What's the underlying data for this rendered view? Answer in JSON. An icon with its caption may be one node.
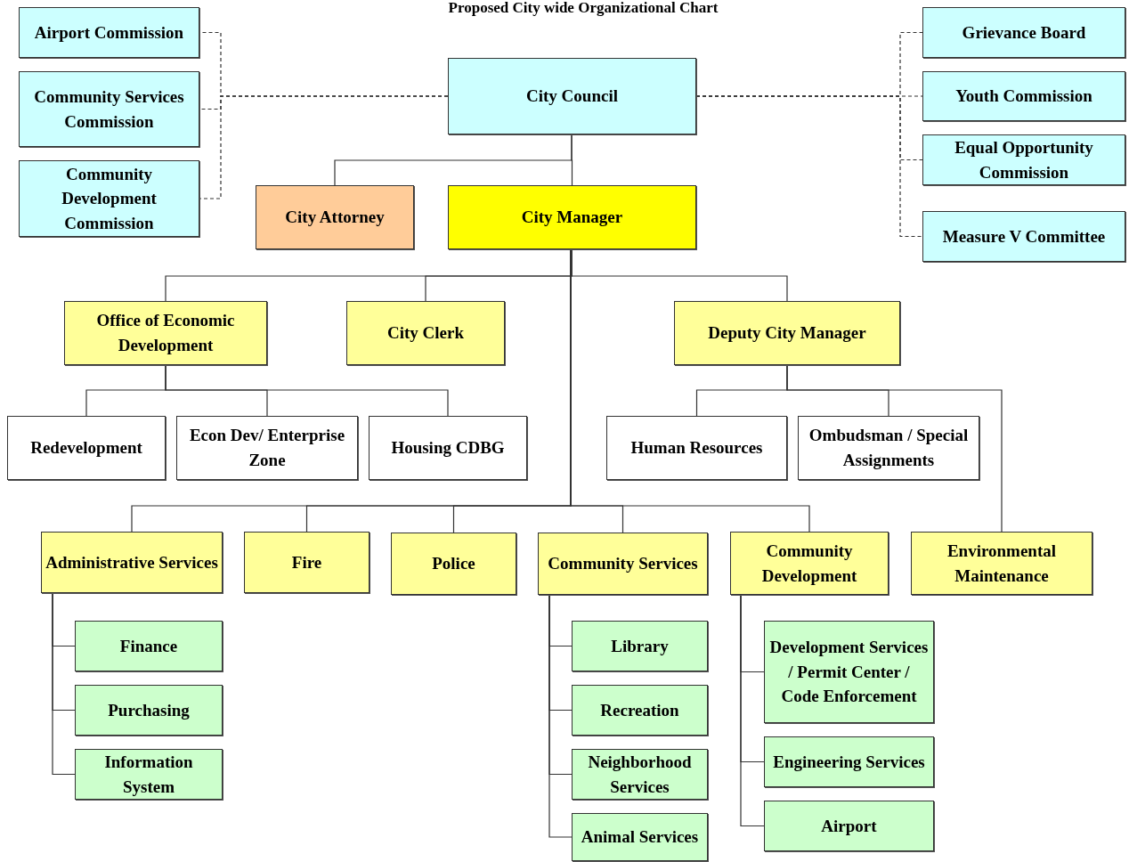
{
  "diagram": {
    "title": "Proposed City wide Organizational Chart",
    "nodes": [
      {
        "text": [
          "City Council"
        ]
      },
      {
        "text": [
          "Airport Commission"
        ]
      },
      {
        "text": [
          "Community Services Commission"
        ]
      },
      {
        "text": [
          "Community Development Commission"
        ]
      },
      {
        "text": [
          "Grievance Board"
        ]
      },
      {
        "text": [
          "Youth Commission"
        ]
      },
      {
        "text": [
          "Equal Opportunity Commission"
        ]
      },
      {
        "text": [
          "Measure V Committee"
        ]
      },
      {
        "text": [
          "City Attorney"
        ]
      },
      {
        "text": [
          "City Manager"
        ]
      },
      {
        "text": [
          "Office of Economic Development"
        ]
      },
      {
        "text": [
          "City Clerk"
        ]
      },
      {
        "text": [
          "Deputy City Manager"
        ]
      },
      {
        "text": [
          "Redevelopment"
        ]
      },
      {
        "text": [
          "Econ Dev/ Enterprise Zone"
        ]
      },
      {
        "text": [
          "Housing CDBG"
        ]
      },
      {
        "text": [
          "Human Resources"
        ]
      },
      {
        "text": [
          "Ombudsman / Special Assignments"
        ]
      },
      {
        "text": [
          "Administrative Services"
        ]
      },
      {
        "text": [
          "Fire"
        ]
      },
      {
        "text": [
          "Police"
        ]
      },
      {
        "text": [
          "Community Services"
        ]
      },
      {
        "text": [
          "Community Development"
        ]
      },
      {
        "text": [
          "Environmental Maintenance"
        ]
      },
      {
        "text": [
          "Finance"
        ]
      },
      {
        "text": [
          "Purchasing"
        ]
      },
      {
        "text": [
          "Information System"
        ]
      },
      {
        "text": [
          "Library"
        ]
      },
      {
        "text": [
          "Recreation"
        ]
      },
      {
        "text": [
          "Neighborhood Services"
        ]
      },
      {
        "text": [
          "Animal Services"
        ]
      },
      {
        "text": [
          "Development Services / Permit Center / Code Enforcement"
        ]
      },
      {
        "text": [
          "Engineering Services"
        ]
      },
      {
        "text": [
          "Airport"
        ]
      }
    ],
    "edges": [
      {
        "from": 0,
        "to": 1,
        "arrow": "none",
        "style": "dashed"
      },
      {
        "from": 0,
        "to": 2,
        "arrow": "none",
        "style": "dashed"
      },
      {
        "from": 0,
        "to": 3,
        "arrow": "none",
        "style": "dashed"
      },
      {
        "from": 0,
        "to": 4,
        "arrow": "none",
        "style": "dashed"
      },
      {
        "from": 0,
        "to": 5,
        "arrow": "none",
        "style": "dashed"
      },
      {
        "from": 0,
        "to": 6,
        "arrow": "none",
        "style": "dashed"
      },
      {
        "from": 0,
        "to": 7,
        "arrow": "none",
        "style": "dashed"
      },
      {
        "from": 0,
        "to": 8,
        "arrow": "none"
      },
      {
        "from": 0,
        "to": 9,
        "arrow": "none"
      },
      {
        "from": 9,
        "to": 10,
        "arrow": "none"
      },
      {
        "from": 9,
        "to": 11,
        "arrow": "none"
      },
      {
        "from": 9,
        "to": 12,
        "arrow": "none"
      },
      {
        "from": 10,
        "to": 13,
        "arrow": "none"
      },
      {
        "from": 10,
        "to": 14,
        "arrow": "none"
      },
      {
        "from": 10,
        "to": 15,
        "arrow": "none"
      },
      {
        "from": 12,
        "to": 16,
        "arrow": "none"
      },
      {
        "from": 12,
        "to": 17,
        "arrow": "none"
      },
      {
        "from": 12,
        "to": 23,
        "arrow": "none"
      },
      {
        "from": 9,
        "to": 18,
        "arrow": "none"
      },
      {
        "from": 9,
        "to": 19,
        "arrow": "none"
      },
      {
        "from": 9,
        "to": 20,
        "arrow": "none"
      },
      {
        "from": 9,
        "to": 21,
        "arrow": "none"
      },
      {
        "from": 9,
        "to": 22,
        "arrow": "none"
      },
      {
        "from": 18,
        "to": 24,
        "arrow": "none"
      },
      {
        "from": 18,
        "to": 25,
        "arrow": "none"
      },
      {
        "from": 18,
        "to": 26,
        "arrow": "none"
      },
      {
        "from": 21,
        "to": 27,
        "arrow": "none"
      },
      {
        "from": 21,
        "to": 28,
        "arrow": "none"
      },
      {
        "from": 21,
        "to": 29,
        "arrow": "none"
      },
      {
        "from": 21,
        "to": 30,
        "arrow": "none"
      },
      {
        "from": 22,
        "to": 31,
        "arrow": "none"
      },
      {
        "from": 22,
        "to": 32,
        "arrow": "none"
      },
      {
        "from": 22,
        "to": 33,
        "arrow": "none"
      }
    ]
  }
}
